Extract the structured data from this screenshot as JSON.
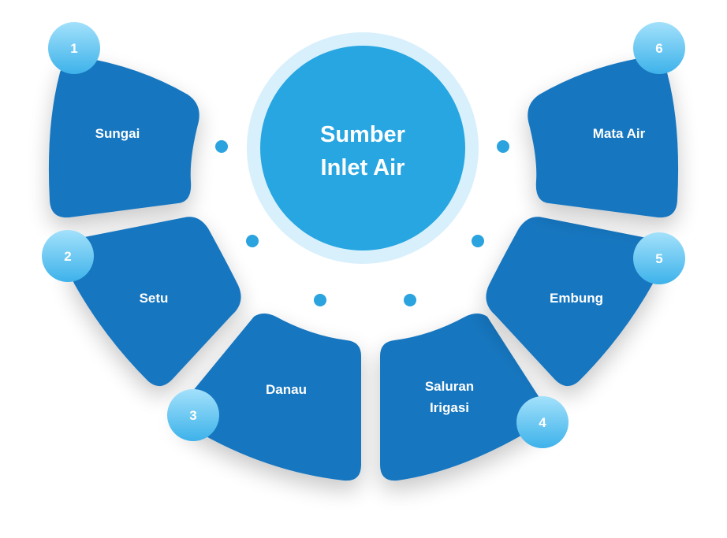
{
  "center": {
    "line1": "Sumber",
    "line2": "Inlet Air"
  },
  "segments": [
    {
      "number": "1",
      "label": "Sungai"
    },
    {
      "number": "2",
      "label": "Setu"
    },
    {
      "number": "3",
      "label": "Danau"
    },
    {
      "number": "4",
      "label_line1": "Saluran",
      "label_line2": "Irigasi"
    },
    {
      "number": "5",
      "label": "Embung"
    },
    {
      "number": "6",
      "label": "Mata Air"
    }
  ],
  "colors": {
    "segment": "#1876BF",
    "center_fill": "#27A6E1",
    "center_ring": "#D8F0FC",
    "dot": "#2AA3DF",
    "badge_top": "#A3E1FB",
    "badge_bottom": "#3DB2EA",
    "text": "#FFFFFF"
  }
}
